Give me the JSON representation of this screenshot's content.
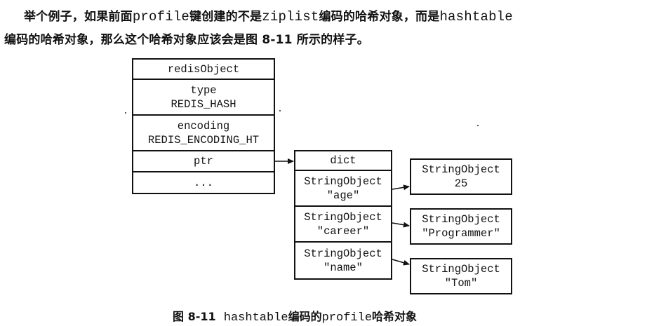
{
  "paragraph": {
    "line1": {
      "t1": "举个例子，如果前面",
      "m1": "profile",
      "t2": "键创建的不是",
      "m2": "ziplist",
      "t3": "编码的哈希对象，而是",
      "m3": "hashtable"
    },
    "line2": "编码的哈希对象，那么这个哈希对象应该会是图 8-11 所示的样子。"
  },
  "redis_object": {
    "title": "redisObject",
    "type_label": "type",
    "type_value": "REDIS_HASH",
    "encoding_label": "encoding",
    "encoding_value": "REDIS_ENCODING_HT",
    "ptr": "ptr",
    "ellipsis": "..."
  },
  "dict": {
    "title": "dict",
    "entries": [
      {
        "key_type": "StringObject",
        "key": "\"age\"",
        "value_type": "StringObject",
        "value": "25"
      },
      {
        "key_type": "StringObject",
        "key": "\"career\"",
        "value_type": "StringObject",
        "value": "\"Programmer\""
      },
      {
        "key_type": "StringObject",
        "key": "\"name\"",
        "value_type": "StringObject",
        "value": "\"Tom\""
      }
    ]
  },
  "caption": {
    "figure": "图 8-11",
    "mono": "hashtable",
    "t1": "编码的",
    "mono2": "profile",
    "t2": "哈希对象"
  }
}
